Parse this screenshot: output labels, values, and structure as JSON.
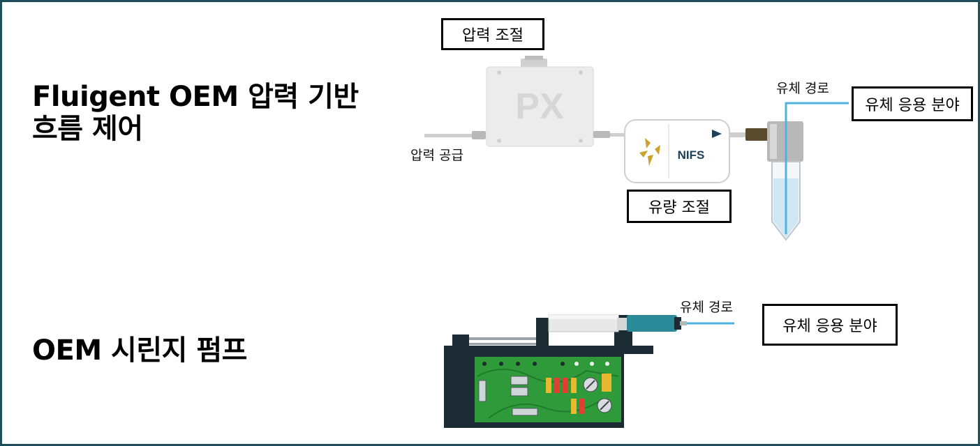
{
  "section_top": {
    "heading_line1": "Fluigent OEM 압력 기반",
    "heading_line2": "흐름 제어",
    "box_pressure_control": "압력 조절",
    "box_flow_control": "유량 조절",
    "box_application": "유체 응용 분야",
    "label_pressure_supply": "압력 공급",
    "label_fluid_path": "유체 경로",
    "px_unit_text": "PX",
    "flow_unit_text": "NIFS"
  },
  "section_bottom": {
    "heading": "OEM 시린지 펌프",
    "box_application": "유체 응용 분야",
    "label_fluid_path": "유체 경로"
  },
  "colors": {
    "frame": "#1f4e5a",
    "fluid_line": "#4fb3e0",
    "pump_body": "#1c2b33",
    "pcb_green": "#2f9a3a",
    "syringe_teal": "#2a8a98",
    "logo_gold": "#c9a227"
  }
}
